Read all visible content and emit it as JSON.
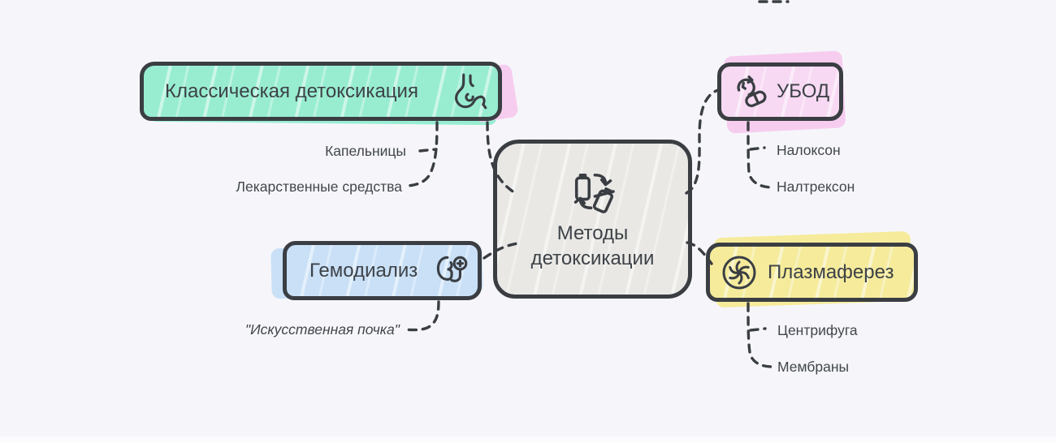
{
  "diagram": {
    "type": "mindmap",
    "center": {
      "title_line1": "Методы",
      "title_line2": "детоксикации",
      "icon": "battery-swap-icon"
    },
    "branches": [
      {
        "label": "Классическая детоксикация",
        "icon": "stomach-icon",
        "fill": "#98edd1",
        "children": [
          "Капельницы",
          "Лекарственные средства"
        ]
      },
      {
        "label": "УБОД",
        "icon": "rapid-pill-icon",
        "fill": "#f7d9f3",
        "children": [
          "Налоксон",
          "Налтрексон"
        ]
      },
      {
        "label": "Гемодиализ",
        "icon": "kidney-dialysis-icon",
        "fill": "#c9e0f7",
        "children": [
          "\"Искусственная почка\""
        ]
      },
      {
        "label": "Плазмаферез",
        "icon": "centrifuge-swirl-icon",
        "fill": "#f5eb9b",
        "children": [
          "Центрифуга",
          "Мембраны"
        ]
      }
    ],
    "colors": {
      "background": "#f6f6fa",
      "center_fill": "#e9e8e5",
      "stroke": "#3a3e43",
      "text": "#3d4247",
      "smear_pink": "#f6cdef",
      "smear_green": "#98edd1",
      "smear_blue": "#c9e0f7",
      "smear_yellow": "#f5eb9b"
    }
  }
}
